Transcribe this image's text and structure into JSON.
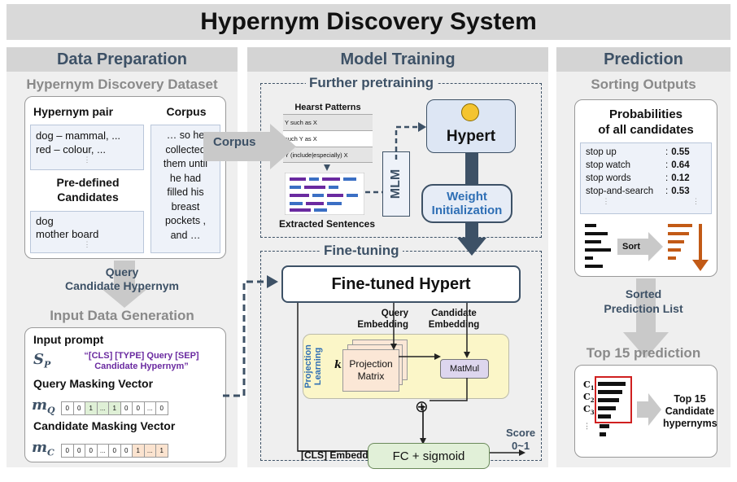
{
  "title": "Hypernym Discovery System",
  "data_prep": {
    "header": "Data Preparation",
    "dataset_title": "Hypernym Discovery Dataset",
    "hypernym_pair_label": "Hypernym pair",
    "hypernym_pair_lines": [
      "dog – mammal, ...",
      "red – colour, ..."
    ],
    "corpus_label": "Corpus",
    "corpus_text": [
      "… so he",
      "collected",
      "them until",
      "he had",
      "filled his",
      "breast",
      "pockets ,",
      "and …"
    ],
    "predefined_label_1": "Pre-defined",
    "predefined_label_2": "Candidates",
    "candidates": [
      "dog",
      "mother board"
    ],
    "query_label_1": "Query",
    "query_label_2": "Candidate Hypernym",
    "input_gen_title": "Input Data Generation",
    "input_prompt_label": "Input prompt",
    "sp_symbol": "S",
    "sp_sub": "P",
    "prompt_line1": "“[CLS] [TYPE] Query [SEP]",
    "prompt_line2": "Candidate Hypernym”",
    "query_mask_label": "Query Masking Vector",
    "mq_symbol": "m",
    "mq_sub": "Q",
    "mq_cells": [
      "0",
      "0",
      "1",
      "...",
      "1",
      "0",
      "0",
      "...",
      "0"
    ],
    "cand_mask_label": "Candidate Masking Vector",
    "mc_symbol": "m",
    "mc_sub": "C",
    "mc_cells": [
      "0",
      "0",
      "0",
      "...",
      "0",
      "0",
      "1",
      "...",
      "1"
    ]
  },
  "model_training": {
    "header": "Model Training",
    "further_label": "Further pretraining",
    "corpus_arrow_label": "Corpus",
    "hearst_title": "Hearst Patterns",
    "hearst_rows": [
      "Y such as X",
      "such Y as X",
      "Y (include|especially) X"
    ],
    "extracted_label": "Extracted Sentences",
    "mlm_label": "MLM",
    "hypert_label": "Hypert",
    "weight_init_1": "Weight",
    "weight_init_2": "Initialization",
    "finetune_label": "Fine-tuning",
    "finetuned_label": "Fine-tuned Hypert",
    "query_emb_1": "Query",
    "query_emb_2": "Embedding",
    "cand_emb_1": "Candidate",
    "cand_emb_2": "Embedding",
    "projection_learning_1": "Projection",
    "projection_learning_2": "Learning",
    "k_label": "k",
    "projection_matrix_1": "Projection",
    "projection_matrix_2": "Matrix",
    "matmul_label": "MatMul",
    "plus_symbol": "⊕",
    "cls_emb_label": "[CLS] Embedding",
    "fc_label": "FC + sigmoid",
    "score_1": "Score",
    "score_2": "0~1"
  },
  "prediction": {
    "header": "Prediction",
    "sorting_title": "Sorting Outputs",
    "prob_title_1": "Probabilities",
    "prob_title_2": "of all candidates",
    "prob_rows": [
      {
        "name": "stop up",
        "score": "0.55"
      },
      {
        "name": "stop watch",
        "score": "0.64"
      },
      {
        "name": "stop words",
        "score": "0.12"
      },
      {
        "name": "stop-and-search",
        "score": "0.53"
      }
    ],
    "colon": ":",
    "sort_label": "Sort",
    "sorted_list_1": "Sorted",
    "sorted_list_2": "Prediction List",
    "top15_title": "Top 15 prediction",
    "c_labels": [
      "C",
      "C",
      "C"
    ],
    "c_subs": [
      "1",
      "2",
      "3"
    ],
    "top15_label_1": "Top 15",
    "top15_label_2": "Candidate",
    "top15_label_3": "hypernyms"
  },
  "colors": {
    "header_text": "#3d5166",
    "purple": "#6a2aa0",
    "orange": "#c25a16",
    "blue_text": "#2f6fb5"
  }
}
